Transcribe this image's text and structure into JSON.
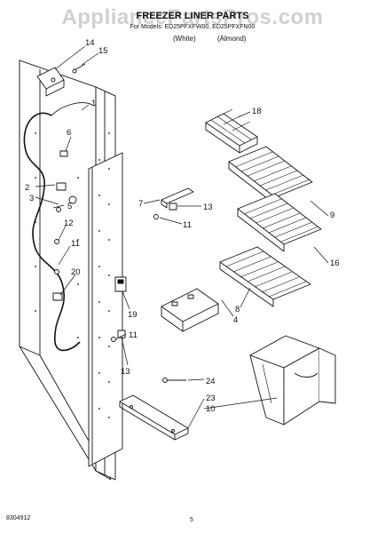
{
  "header": {
    "title": "FREEZER LINER PARTS",
    "parts_for": "For Models: ED25PFXFW00, ED25PFXFN00",
    "color_1": "(White)",
    "color_2": "(Almond)"
  },
  "watermark": {
    "text": "AppliancePartsPros.com"
  },
  "callouts": [
    {
      "id": "c14",
      "text": "14"
    },
    {
      "id": "c15",
      "text": "15"
    },
    {
      "id": "c1",
      "text": "1"
    },
    {
      "id": "c18",
      "text": "18"
    },
    {
      "id": "c6",
      "text": "6"
    },
    {
      "id": "c2",
      "text": "2"
    },
    {
      "id": "c3",
      "text": "3"
    },
    {
      "id": "c5",
      "text": "5"
    },
    {
      "id": "c13a",
      "text": "13"
    },
    {
      "id": "c11a",
      "text": "11"
    },
    {
      "id": "c9",
      "text": "9"
    },
    {
      "id": "c12",
      "text": "12"
    },
    {
      "id": "c11b",
      "text": "11"
    },
    {
      "id": "c20",
      "text": "20"
    },
    {
      "id": "c16",
      "text": "16"
    },
    {
      "id": "c8",
      "text": "8"
    },
    {
      "id": "c7",
      "text": "7"
    },
    {
      "id": "c19",
      "text": "19"
    },
    {
      "id": "c4",
      "text": "4"
    },
    {
      "id": "c11c",
      "text": "11"
    },
    {
      "id": "c13b",
      "text": "13"
    },
    {
      "id": "c24",
      "text": "24"
    },
    {
      "id": "c23",
      "text": "23"
    },
    {
      "id": "c10",
      "text": "10"
    }
  ],
  "footer": {
    "doc_number": "8304912",
    "page_number": "5"
  }
}
